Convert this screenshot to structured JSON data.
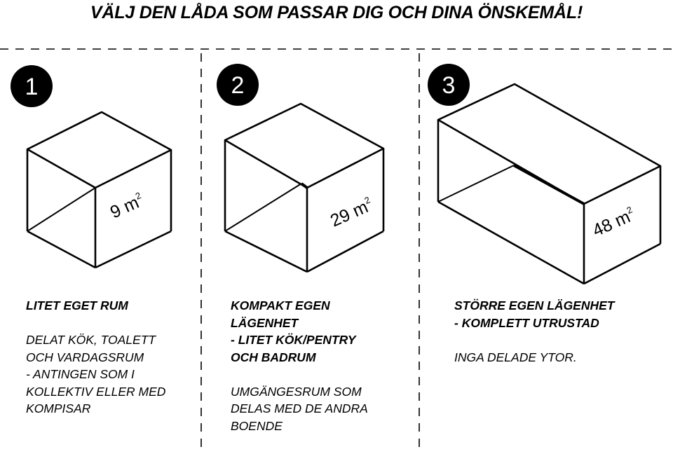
{
  "title": "VÄLJ DEN LÅDA SOM PASSAR DIG OCH DINA ÖNSKEMÅL!",
  "options": [
    {
      "number": "1",
      "area": "9 m",
      "area_sup": "2",
      "heading": [
        "LITET EGET RUM"
      ],
      "body": [
        "DELAT KÖK, TOALETT",
        "OCH VARDAGSRUM",
        "- ANTINGEN SOM I",
        "KOLLEKTIV ELLER MED",
        "KOMPISAR"
      ]
    },
    {
      "number": "2",
      "area": "29 m",
      "area_sup": "2",
      "heading": [
        "KOMPAKT EGEN",
        "LÄGENHET",
        "- LITET KÖK/PENTRY",
        "OCH BADRUM"
      ],
      "body": [
        "UMGÄNGESRUM SOM",
        "DELAS MED DE ANDRA",
        "BOENDE"
      ]
    },
    {
      "number": "3",
      "area": "48 m",
      "area_sup": "2",
      "heading": [
        "STÖRRE EGEN LÄGENHET",
        "- KOMPLETT UTRUSTAD"
      ],
      "body": [
        "INGA DELADE YTOR."
      ]
    }
  ]
}
